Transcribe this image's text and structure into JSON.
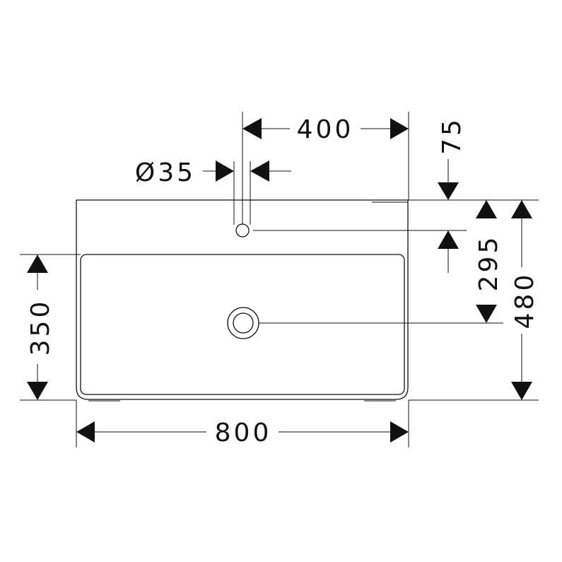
{
  "dimensions": {
    "tap_offset": "400",
    "tap_hole_diameter": "Ø35",
    "tap_from_back": "75",
    "tap_to_drain": "295",
    "total_depth": "480",
    "bowl_depth": "350",
    "total_width": "800"
  },
  "colors": {
    "line": "#111111",
    "background": "#ffffff"
  }
}
